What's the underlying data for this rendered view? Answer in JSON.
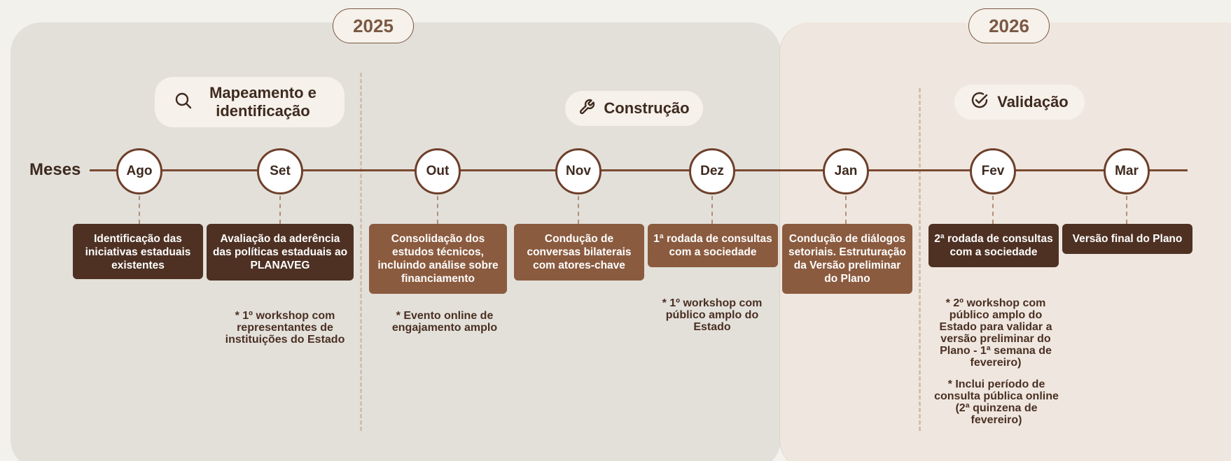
{
  "years": [
    {
      "label": "2025"
    },
    {
      "label": "2026"
    }
  ],
  "phases": [
    {
      "label": "Mapeamento e identificação",
      "icon": "search-icon"
    },
    {
      "label": "Construção",
      "icon": "wrench-icon"
    },
    {
      "label": "Validação",
      "icon": "check-circle-icon"
    }
  ],
  "axis_label": "Meses",
  "months": [
    {
      "label": "Ago",
      "activity": "Identificação das iniciativas estaduais existentes",
      "note": ""
    },
    {
      "label": "Set",
      "activity": "Avaliação da aderência das políticas estaduais ao PLANAVEG",
      "note": "* 1º workshop com representantes de instituições do Estado"
    },
    {
      "label": "Out",
      "activity": "Consolidação dos estudos técnicos, incluindo análise sobre financiamento",
      "note": "* Evento online de engajamento amplo"
    },
    {
      "label": "Nov",
      "activity": "Condução de conversas bilaterais com atores-chave",
      "note": ""
    },
    {
      "label": "Dez",
      "activity": "1ª rodada de consultas com a sociedade",
      "note": "* 1º workshop com público amplo do Estado"
    },
    {
      "label": "Jan",
      "activity": "Condução de diálogos setoriais. Estruturação da Versão preliminar do Plano",
      "note": ""
    },
    {
      "label": "Fev",
      "activity": "2ª rodada de consultas com a sociedade",
      "note": "* 2º workshop com público amplo do Estado para validar a versão preliminar do Plano - 1ª semana de fevereiro)",
      "note2": "* Inclui período de consulta pública online (2ª quinzena de fevereiro)"
    },
    {
      "label": "Mar",
      "activity": "Versão final do Plano",
      "note": ""
    }
  ],
  "colors": {
    "panel_2025": "#e3e0da",
    "panel_2026": "#efe7df",
    "card_dark": "#4e3123",
    "card_light": "#8b5b3f",
    "axis": "#7a4a33",
    "year_text": "#7a5843"
  }
}
